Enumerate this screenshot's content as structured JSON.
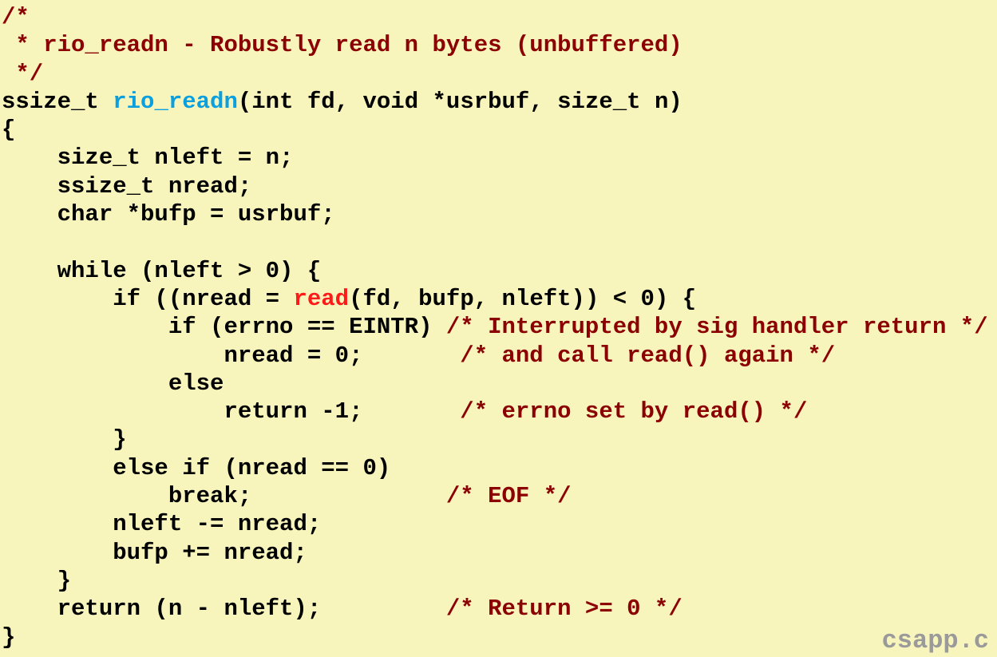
{
  "colors": {
    "background": "#f8f5bc",
    "code": "#000000",
    "comment": "#8b0000",
    "function_name": "#0aa0e0",
    "system_call": "#ff1a1a",
    "file_label": "#9a9a9a"
  },
  "code_lines": [
    [
      {
        "t": "/*",
        "k": "comment"
      }
    ],
    [
      {
        "t": " * rio_readn - Robustly read n bytes (unbuffered)",
        "k": "comment"
      }
    ],
    [
      {
        "t": " */",
        "k": "comment"
      }
    ],
    [
      {
        "t": "ssize_t ",
        "k": "plain"
      },
      {
        "t": "rio_readn",
        "k": "fn"
      },
      {
        "t": "(int fd, void *usrbuf, size_t n)",
        "k": "plain"
      }
    ],
    [
      {
        "t": "{",
        "k": "plain"
      }
    ],
    [
      {
        "t": "    size_t nleft = n;",
        "k": "plain"
      }
    ],
    [
      {
        "t": "    ssize_t nread;",
        "k": "plain"
      }
    ],
    [
      {
        "t": "    char *bufp = usrbuf;",
        "k": "plain"
      }
    ],
    [
      {
        "t": "",
        "k": "plain"
      }
    ],
    [
      {
        "t": "    while (nleft > 0) {",
        "k": "plain"
      }
    ],
    [
      {
        "t": "        if ((nread = ",
        "k": "plain"
      },
      {
        "t": "read",
        "k": "sys"
      },
      {
        "t": "(fd, bufp, nleft)) < 0) {",
        "k": "plain"
      }
    ],
    [
      {
        "t": "            if (errno == EINTR) ",
        "k": "plain"
      },
      {
        "t": "/* Interrupted by sig handler return */",
        "k": "comment"
      }
    ],
    [
      {
        "t": "                nread = 0;       ",
        "k": "plain"
      },
      {
        "t": "/* and call read() again */",
        "k": "comment"
      }
    ],
    [
      {
        "t": "            else",
        "k": "plain"
      }
    ],
    [
      {
        "t": "                return -1;       ",
        "k": "plain"
      },
      {
        "t": "/* errno set by read() */",
        "k": "comment"
      }
    ],
    [
      {
        "t": "        }",
        "k": "plain"
      }
    ],
    [
      {
        "t": "        else if (nread == 0)",
        "k": "plain"
      }
    ],
    [
      {
        "t": "            break;              ",
        "k": "plain"
      },
      {
        "t": "/* EOF */",
        "k": "comment"
      }
    ],
    [
      {
        "t": "        nleft -= nread;",
        "k": "plain"
      }
    ],
    [
      {
        "t": "        bufp += nread;",
        "k": "plain"
      }
    ],
    [
      {
        "t": "    }",
        "k": "plain"
      }
    ],
    [
      {
        "t": "    return (n - nleft);         ",
        "k": "plain"
      },
      {
        "t": "/* Return >= 0 */",
        "k": "comment"
      }
    ],
    [
      {
        "t": "}",
        "k": "plain"
      }
    ]
  ],
  "file_label": "csapp.c"
}
